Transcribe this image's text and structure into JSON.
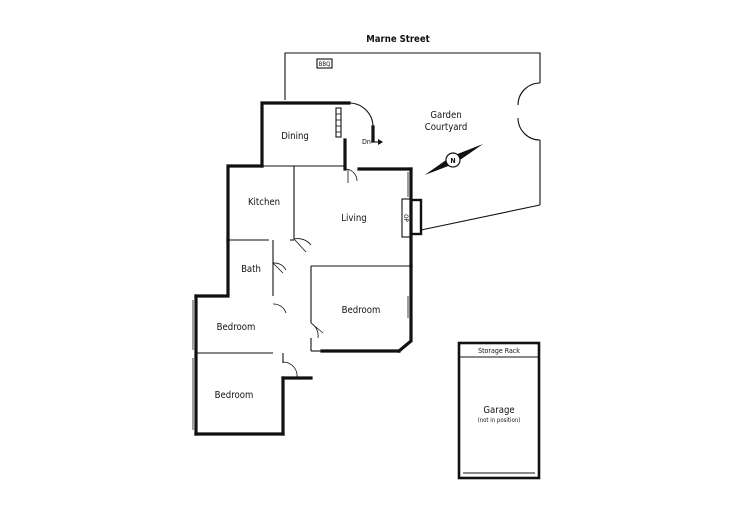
{
  "street": "Marne  Street",
  "labels": {
    "bbq": "BBQ",
    "dining": "Dining",
    "dn": "Dn",
    "garden_line1": "Garden",
    "garden_line2": "Courtyard",
    "kitchen": "Kitchen",
    "living": "Living",
    "op": "OP",
    "bath": "Bath",
    "bedroom_main": "Bedroom",
    "bedroom_2": "Bedroom",
    "bedroom_3": "Bedroom",
    "storage_rack": "Storage Rack",
    "garage": "Garage",
    "garage_note": "(not in position)"
  },
  "compass": {
    "label": "N"
  }
}
